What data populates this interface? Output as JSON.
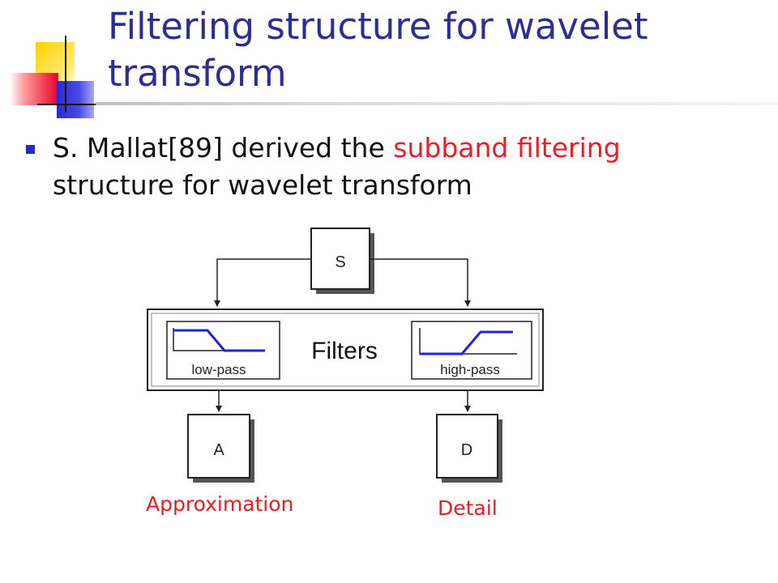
{
  "slide": {
    "title": "Filtering structure for wavelet transform",
    "bullet": {
      "text_before": "S. Mallat[89] derived the ",
      "highlight": "subband filtering",
      "text_after": " structure for wavelet transform"
    }
  },
  "diagram": {
    "source_label": "S",
    "filters_label": "Filters",
    "low_pass_label": "low-pass",
    "high_pass_label": "high-pass",
    "approx_label": "A",
    "detail_label": "D",
    "approx_caption": "Approximation",
    "detail_caption": "Detail"
  },
  "colors": {
    "title": "#2d2d96",
    "highlight": "#ee1c24",
    "filter_curve": "#2222dd"
  }
}
